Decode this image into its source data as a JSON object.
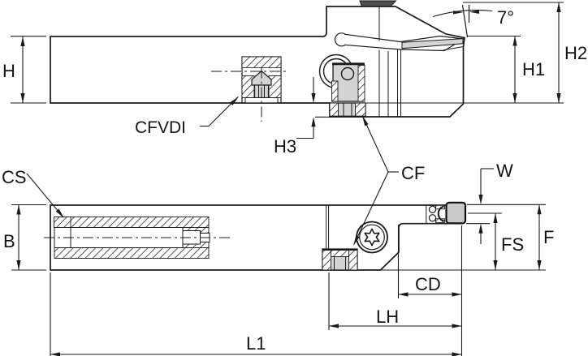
{
  "colors": {
    "background": "#ffffff",
    "body_fill": "#d4d4d4",
    "outline": "#1a1a1a",
    "insert_cap": "#4f4f4f",
    "nose_fill": "#c9c9c9"
  },
  "labels": {
    "h": "H",
    "angle": "7°",
    "h1": "H1",
    "h2": "H2",
    "cfvdi": "CFVDI",
    "h3": "H3",
    "cf": "CF",
    "cs": "CS",
    "b": "B",
    "w": "W",
    "fs": "FS",
    "f": "F",
    "cd": "CD",
    "lh": "LH",
    "l1": "L1"
  }
}
